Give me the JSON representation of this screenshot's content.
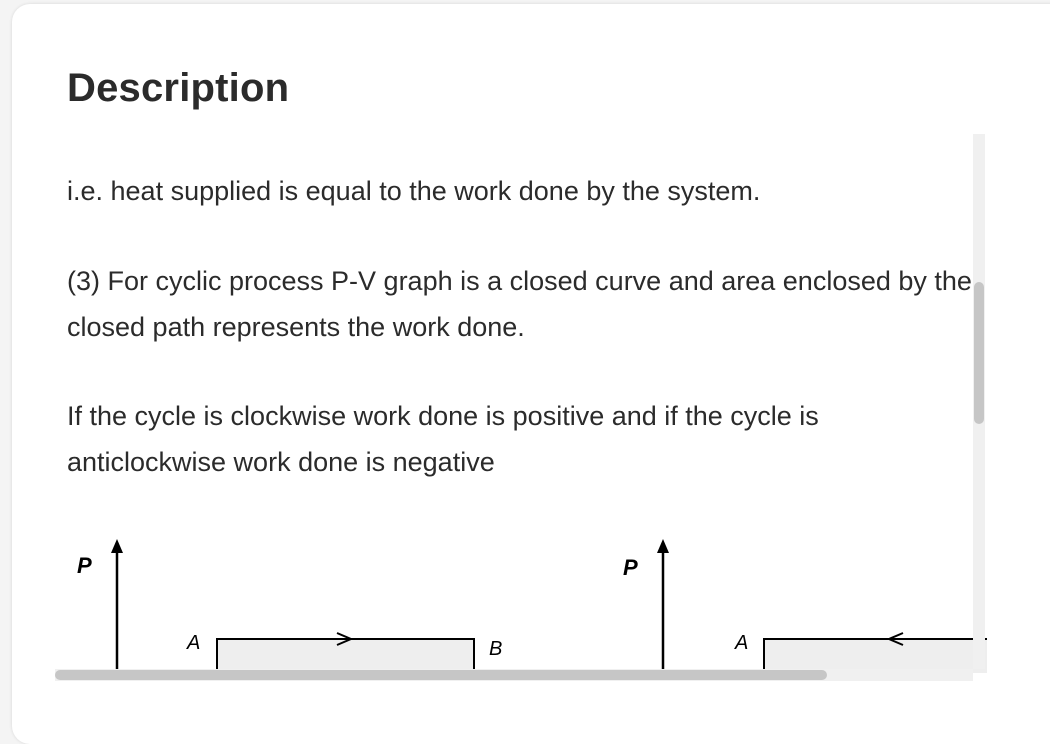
{
  "section": {
    "title": "Description"
  },
  "content": {
    "paragraphs": [
      "i.e. heat supplied is equal to the work done by the system.",
      "(3) For cyclic process P-V graph is a closed curve and area enclosed by the closed path represents the work done.",
      "If the cycle is clockwise work done is positive and if the cycle is anticlockwise work done is negative"
    ],
    "diagrams": [
      {
        "axis_label": "P",
        "corner_labels": [
          "A",
          "B"
        ],
        "direction": "clockwise"
      },
      {
        "axis_label": "P",
        "corner_labels": [
          "A"
        ],
        "direction": "anticlockwise"
      }
    ]
  },
  "colors": {
    "text": "#2b2b2b",
    "scrollbar_thumb": "#c6c6c6",
    "scrollbar_track": "#f0f0f0",
    "diagram_fill": "#eeeeee"
  }
}
